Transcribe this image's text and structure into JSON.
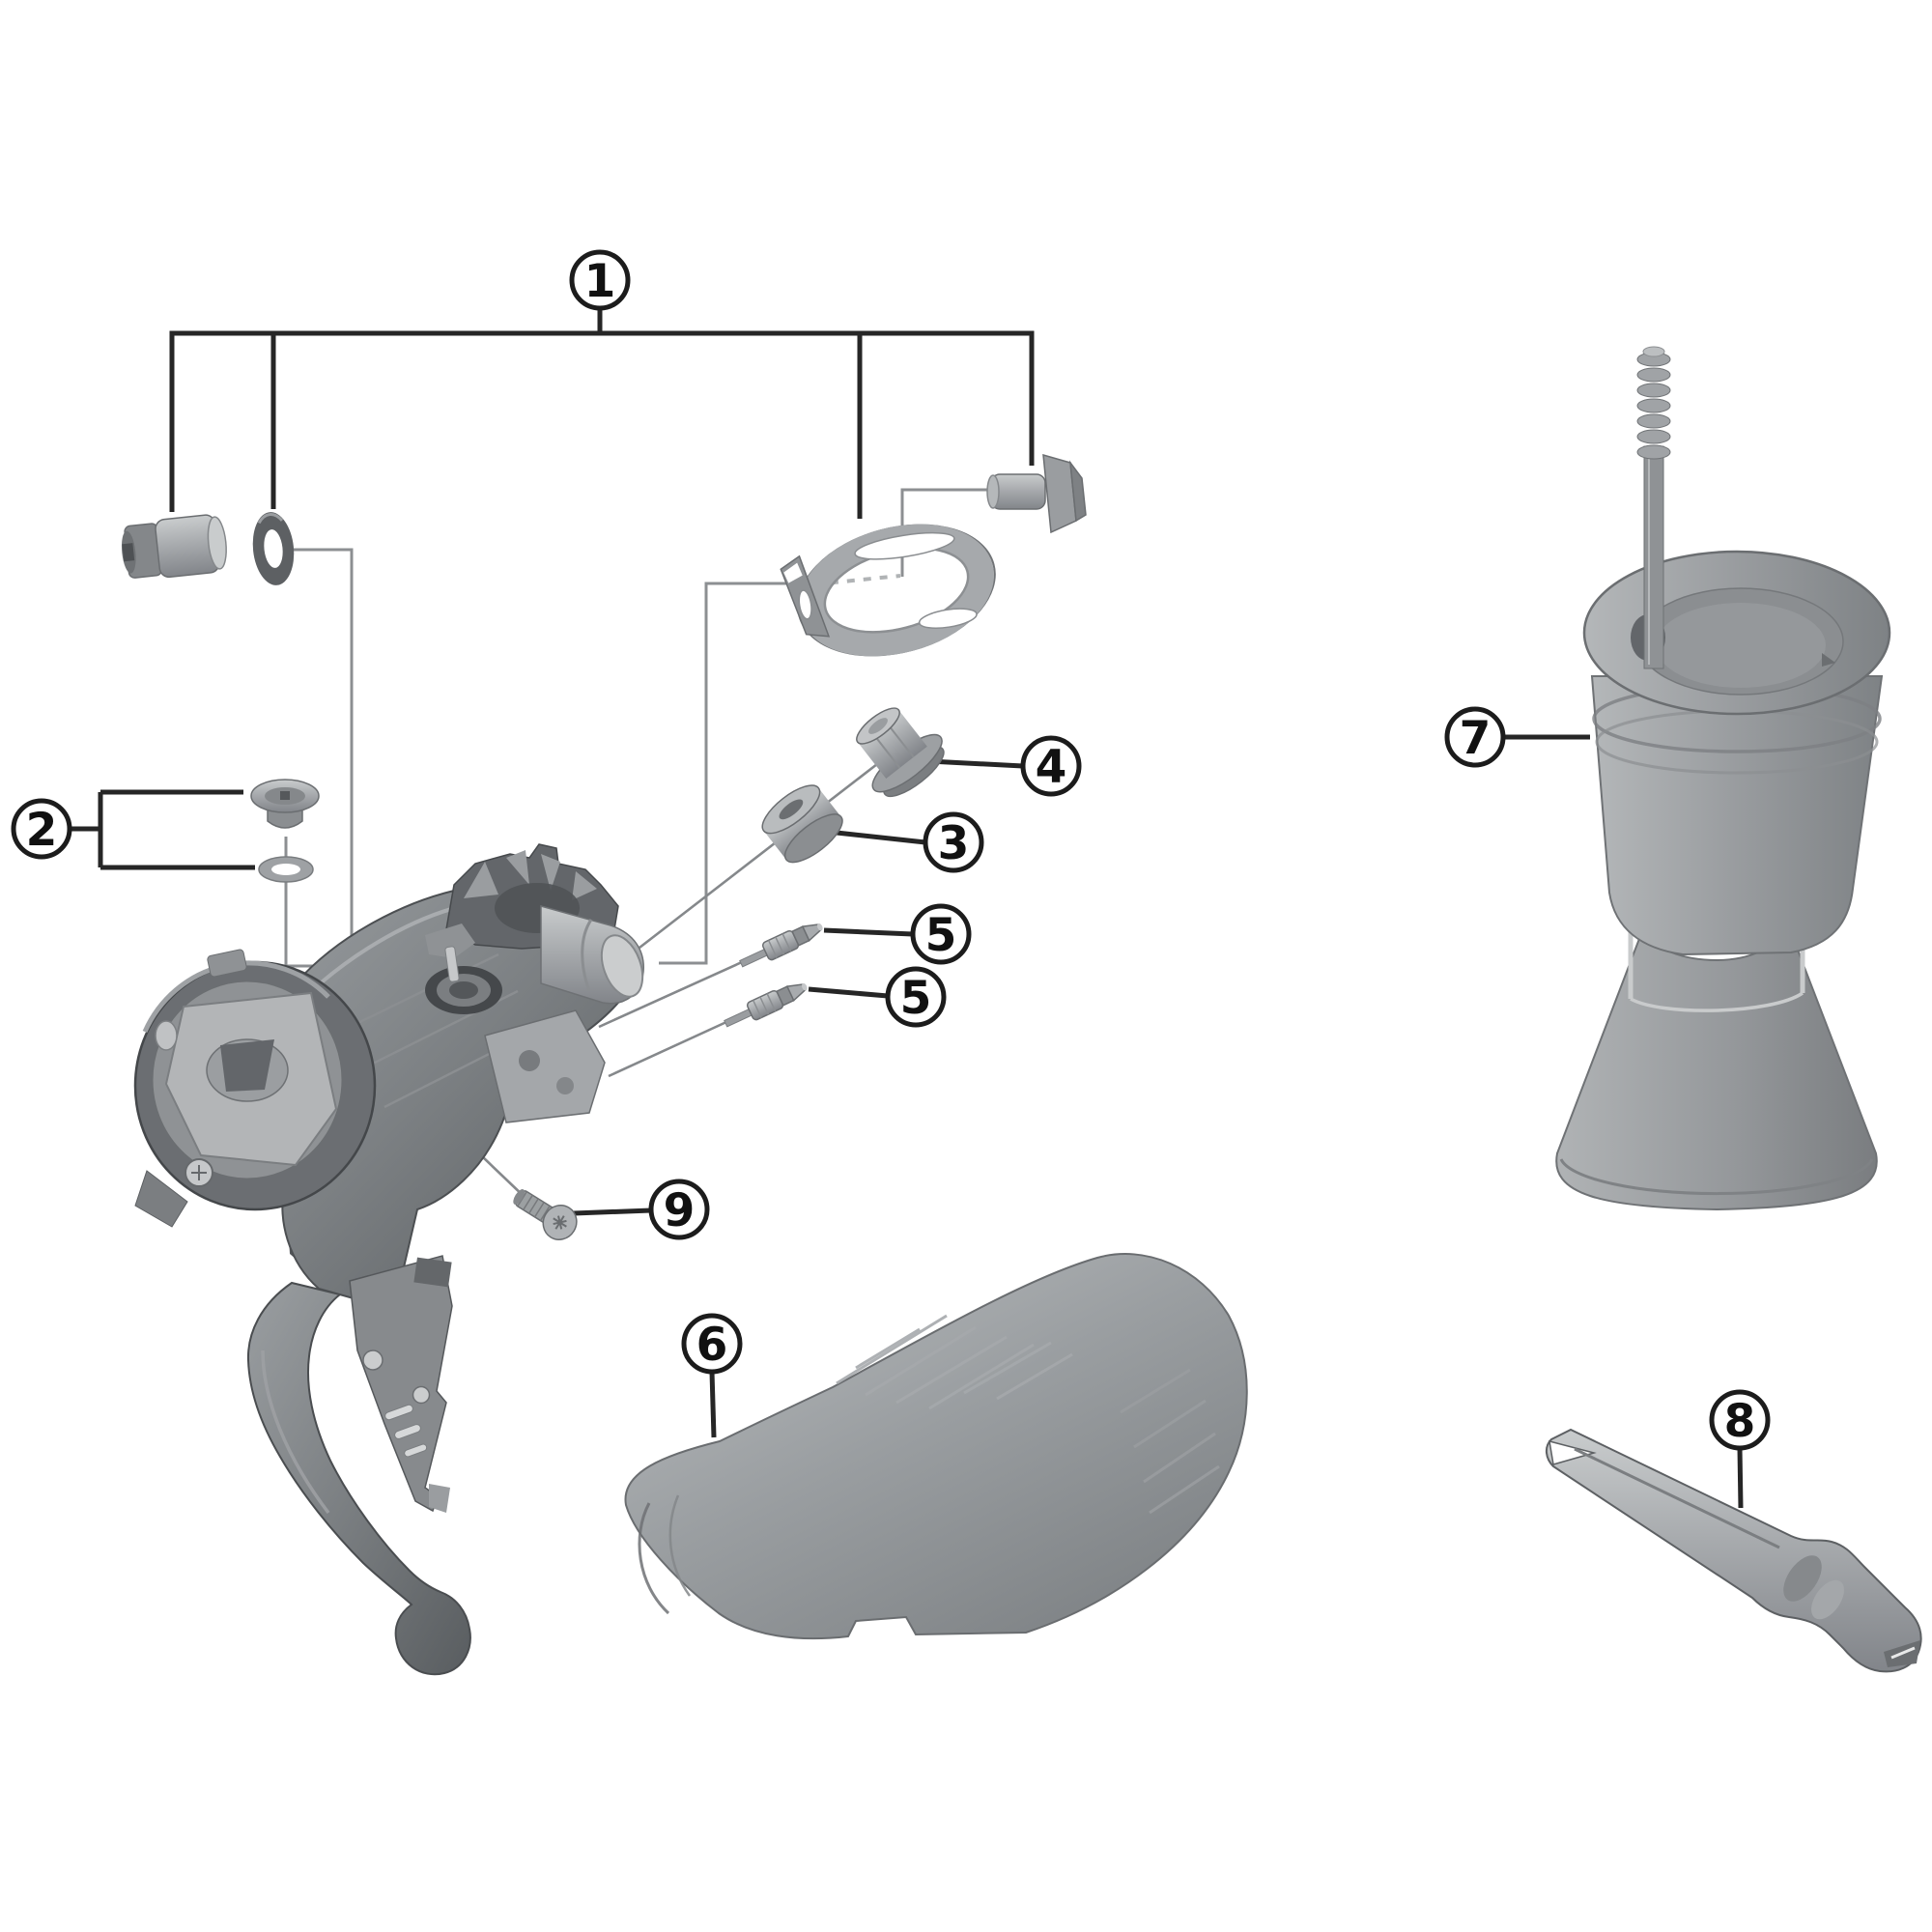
{
  "diagram": {
    "background": "#ffffff",
    "colors": {
      "outline": "#1c1c1c",
      "bracket_line": "#262626",
      "thin_leader": "#8c8f92",
      "part_light": "#c9cccd",
      "part_mid": "#9a9da0",
      "part_dark": "#63666a",
      "body_dark": "#54575a"
    },
    "callouts": [
      {
        "label": "1"
      },
      {
        "label": "2"
      },
      {
        "label": "3"
      },
      {
        "label": "4"
      },
      {
        "label": "5"
      },
      {
        "label": "5"
      },
      {
        "label": "6"
      },
      {
        "label": "7"
      },
      {
        "label": "8"
      },
      {
        "label": "9"
      }
    ]
  }
}
